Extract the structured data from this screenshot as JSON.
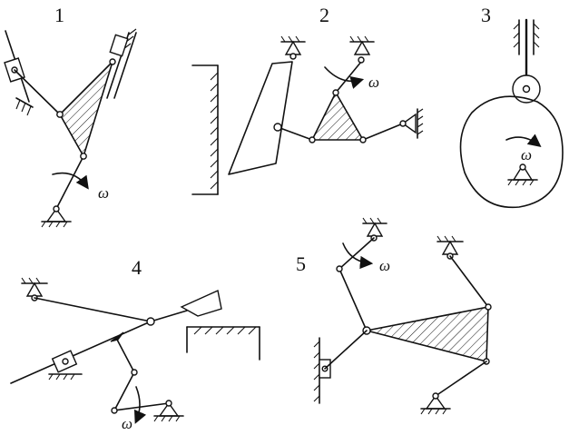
{
  "figure": {
    "mechanisms": [
      {
        "label": "1",
        "omega": "ω"
      },
      {
        "label": "2",
        "omega": "ω"
      },
      {
        "label": "3",
        "omega": "ω"
      },
      {
        "label": "4",
        "omega": "ω"
      },
      {
        "label": "5",
        "omega": "ω"
      }
    ]
  }
}
